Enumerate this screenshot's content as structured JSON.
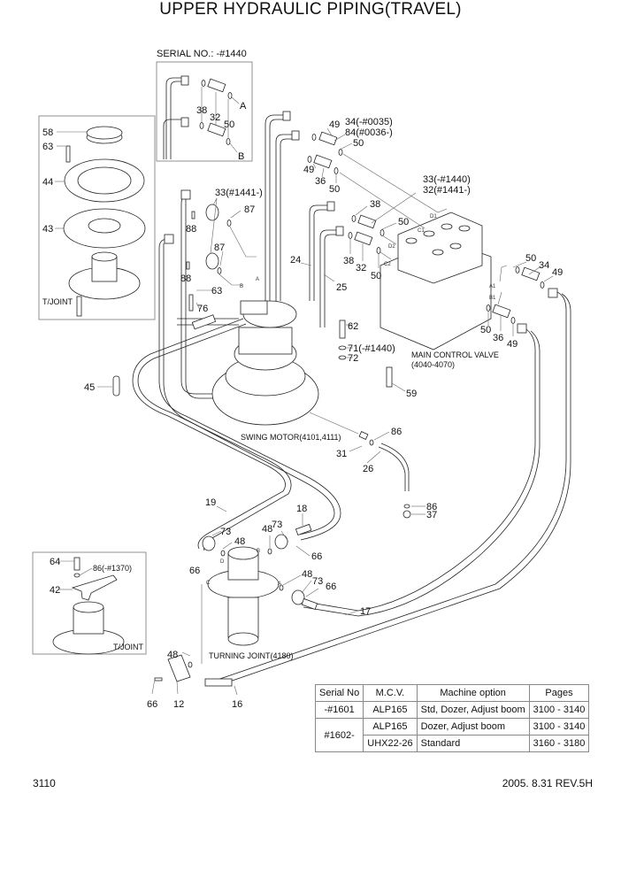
{
  "title": "UPPER HYDRAULIC PIPING(TRAVEL)",
  "inset_serial": {
    "heading": "SERIAL NO.: -#1440",
    "labels": [
      "38",
      "32",
      "50",
      "A",
      "B"
    ]
  },
  "inset_tjoint_top": {
    "labels": [
      "58",
      "63",
      "44",
      "43"
    ],
    "caption": "T/JOINT"
  },
  "inset_tjoint_bottom": {
    "labels": [
      "64",
      "86(-#1370)",
      "42"
    ],
    "caption": "T/JOINT"
  },
  "callouts": {
    "c49a": "49",
    "c34": "34(-#0035)",
    "c84": "84(#0036-)",
    "c50a": "50",
    "c49b": "49",
    "c36a": "36",
    "c50b": "50",
    "c33a": "33(-#1440)",
    "c32a": "32(#1441-)",
    "c38a": "38",
    "c50c": "50",
    "c38b": "38",
    "c32b": "32",
    "c50d": "50",
    "c33b": "33(#1441-)",
    "c87a": "87",
    "c87b": "87",
    "c88a": "88",
    "c88b": "88",
    "c24": "24",
    "c25": "25",
    "c63": "63",
    "c76": "76",
    "c62": "62",
    "c71": "71(-#1440)",
    "c72": "72",
    "c59": "59",
    "c50e": "50",
    "c34b": "34",
    "c49c": "49",
    "c50f": "50",
    "c36b": "36",
    "c49d": "49",
    "c45": "45",
    "c86a": "86",
    "c31": "31",
    "c26": "26",
    "c86b": "86",
    "c37": "37",
    "c19": "19",
    "c18": "18",
    "c73a": "73",
    "c48a": "48",
    "c48b": "48",
    "c73b": "73",
    "c66a": "66",
    "c66b": "66",
    "c48c": "48",
    "c73c": "73",
    "c66c": "66",
    "c17": "17",
    "c48d": "48",
    "c66d": "66",
    "c12": "12",
    "c16": "16"
  },
  "port_labels": {
    "d1": "D1",
    "c1": "C1",
    "d2": "D2",
    "c2": "C2",
    "a1": "A1",
    "b1": "B1",
    "a": "A",
    "b": "B",
    "tj_a": "A",
    "tj_b": "B",
    "tj_c": "C",
    "tj_d": "D"
  },
  "captions": {
    "mcv": "MAIN CONTROL VALVE",
    "mcv_code": "(4040-4070)",
    "swing": "SWING MOTOR(4101,4111)",
    "turning": "TURNING JOINT(4180)"
  },
  "options_table": {
    "headers": [
      "Serial No",
      "M.C.V.",
      "Machine option",
      "Pages"
    ],
    "rows": [
      {
        "serial": "-#1601",
        "mcv": "ALP165",
        "option": "Std, Dozer, Adjust boom",
        "pages": "3100 - 3140"
      },
      {
        "serial": "#1602-",
        "mcv": "ALP165",
        "option": "Dozer, Adjust boom",
        "pages": "3100 - 3140"
      },
      {
        "serial": "",
        "mcv": "UHX22-26",
        "option": "Standard",
        "pages": "3160 - 3180"
      }
    ]
  },
  "footer": {
    "page_number": "3110",
    "revision": "2005. 8.31  REV.5H"
  }
}
